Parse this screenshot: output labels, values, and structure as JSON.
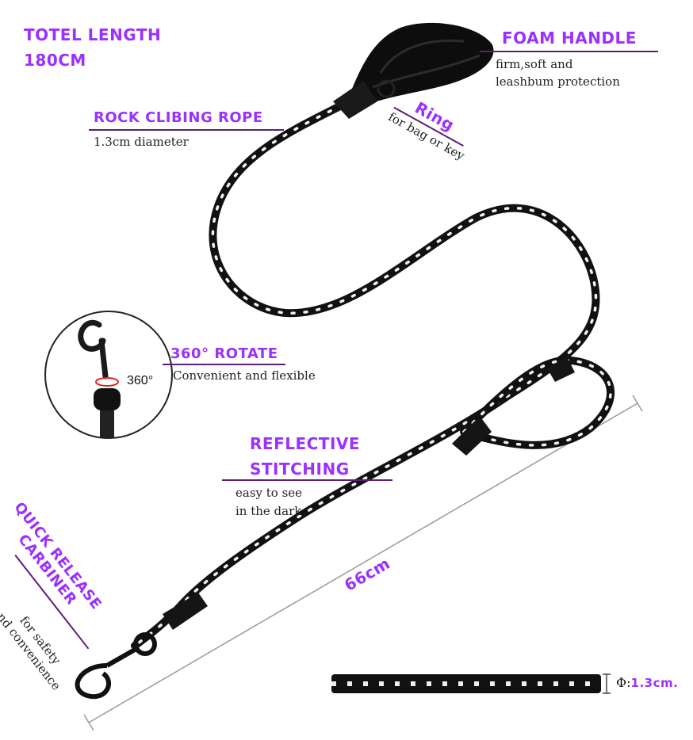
{
  "total_length": {
    "line1": "TOTEL LENGTH",
    "line2": "180CM"
  },
  "foam_handle": {
    "title": "FOAM HANDLE",
    "desc_line1": "firm,soft and",
    "desc_line2": "leashbum protection"
  },
  "ring": {
    "title": "Ring",
    "desc": "for bag or key"
  },
  "rope": {
    "title": "ROCK CLIBING ROPE",
    "desc": "1.3cm diameter"
  },
  "rotate": {
    "title": "360° ROTATE",
    "desc": "Convenient and flexible",
    "inset_label": "360°"
  },
  "reflective": {
    "title_line1": "REFLECTIVE",
    "title_line2": "STITCHING",
    "desc_line1": "easy to see",
    "desc_line2": "in the dark"
  },
  "quick_release": {
    "title_line1": "QUICK RELEASE",
    "title_line2": "CARBINER",
    "desc_line1": "for safety",
    "desc_line2": "and convenience"
  },
  "measure": {
    "length": "66cm",
    "diameter_symbol": "Φ:",
    "diameter_value": "1.3cm."
  },
  "colors": {
    "accent": "#9b30ff",
    "underline": "#5a1d7a",
    "rope": "#111111",
    "reflective": "#f2f2f2"
  }
}
